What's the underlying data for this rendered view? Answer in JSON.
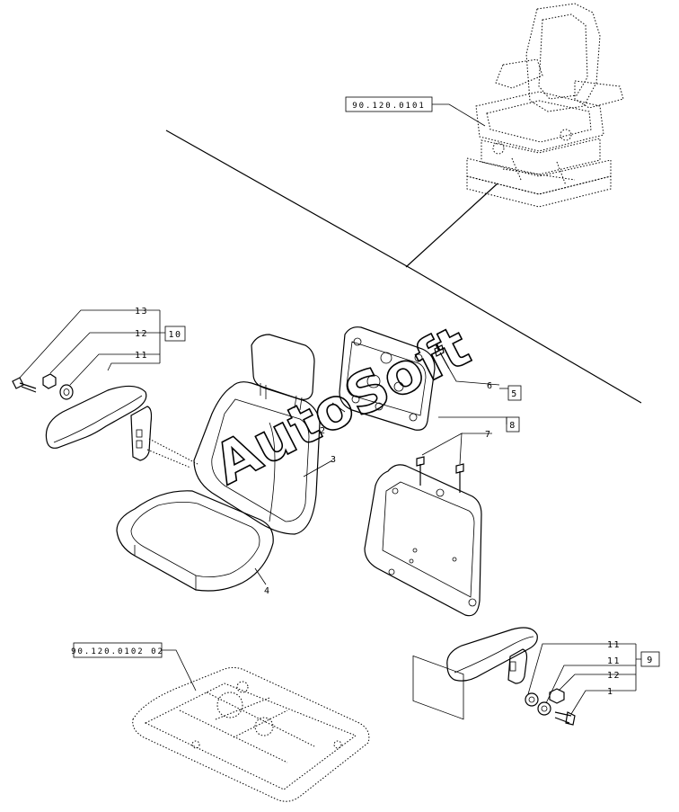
{
  "references": {
    "top": "90.120.0101",
    "bottom": "90.120.0102 02"
  },
  "callouts": {
    "c13": "13",
    "c12a": "12",
    "c11a": "11",
    "c10": "10",
    "c6": "6",
    "c5": "5",
    "c8": "8",
    "c7": "7",
    "c3": "3",
    "c2": "2",
    "c4": "4",
    "c11b": "11",
    "c11c": "11",
    "c12b": "12",
    "c1": "1",
    "c9": "9"
  },
  "watermark": "AutoSoft"
}
